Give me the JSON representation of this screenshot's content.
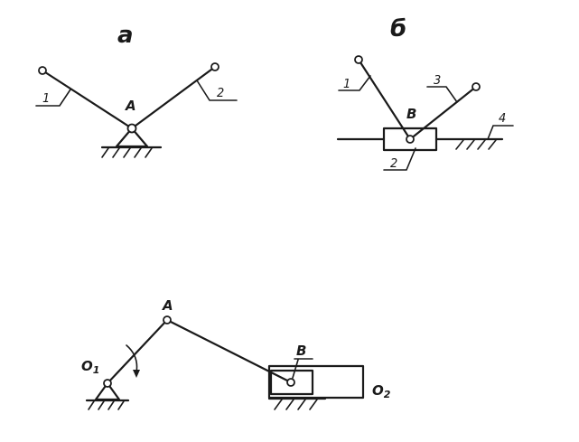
{
  "diagram_a": {
    "title": "a",
    "joint_label": "A",
    "link_labels": [
      "1",
      "2"
    ]
  },
  "diagram_b": {
    "title": "б",
    "joint_label": "B",
    "link_labels": [
      "1",
      "2",
      "3",
      "4"
    ]
  },
  "diagram_c": {
    "labels": {
      "a": "A",
      "b": "B",
      "o1": "O",
      "o1_sub": "1",
      "o2": "O",
      "o2_sub": "2"
    }
  }
}
